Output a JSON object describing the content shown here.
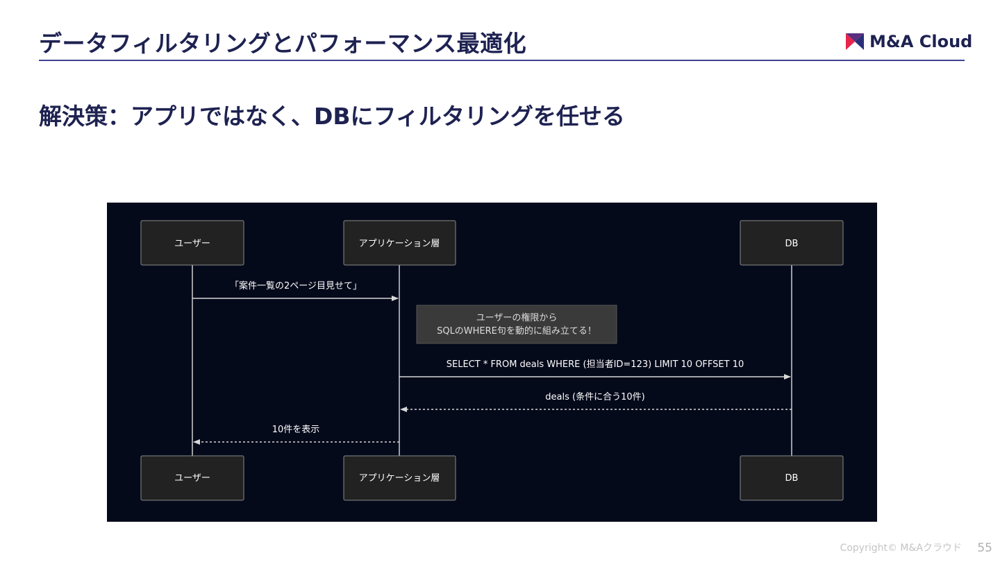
{
  "slide": {
    "title": "データフィルタリングとパフォーマンス最適化",
    "subtitle": "解決策：アプリではなく、DBにフィルタリングを任せる",
    "logo_text": "M&A Cloud",
    "copyright": "Copyright© M&Aクラウド",
    "page_number": "55"
  },
  "diagram": {
    "participants": {
      "user": "ユーザー",
      "app": "アプリケーション層",
      "db": "DB"
    },
    "messages": {
      "request": "「案件一覧の2ページ目見せて」",
      "query": "SELECT * FROM deals WHERE (担当者ID=123) LIMIT 10 OFFSET 10",
      "result": "deals (条件に合う10件)",
      "display": "10件を表示"
    },
    "note": {
      "line1": "ユーザーの権限から",
      "line2": "SQLのWHERE句を動的に組み立てる！"
    }
  },
  "colors": {
    "title": "#1e2251",
    "rule": "#3f4290",
    "logo_red": "#e8264a",
    "logo_navy": "#2b2f7a",
    "diagram_bg": "#050a1b",
    "box_fill": "#222222",
    "box_stroke": "#8a8a8a",
    "note_fill": "#3a3a3a",
    "line": "#d8d8d8"
  },
  "icons": {
    "logo_mark": "ma-cloud-logo-icon"
  }
}
